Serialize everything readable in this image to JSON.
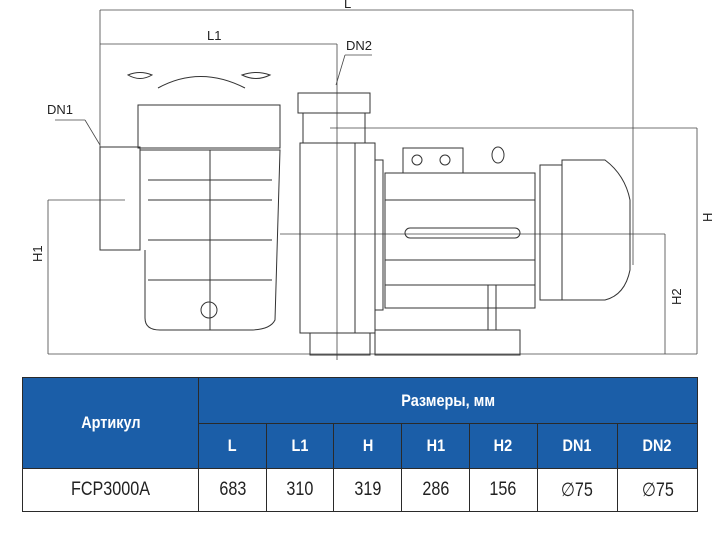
{
  "drawing": {
    "labels": {
      "L": "L",
      "L1": "L1",
      "DN1": "DN1",
      "DN2": "DN2",
      "H": "H",
      "H1": "H1",
      "H2": "H2"
    }
  },
  "table": {
    "article_header": "Артикул",
    "dimensions_header": "Размеры, мм",
    "columns": [
      "L",
      "L1",
      "H",
      "H1",
      "H2",
      "DN1",
      "DN2"
    ],
    "rows": [
      {
        "article": "FCP3000A",
        "values": [
          "683",
          "310",
          "319",
          "286",
          "156",
          "∅75",
          "∅75"
        ]
      }
    ],
    "header_color": "#1b5ea8"
  }
}
